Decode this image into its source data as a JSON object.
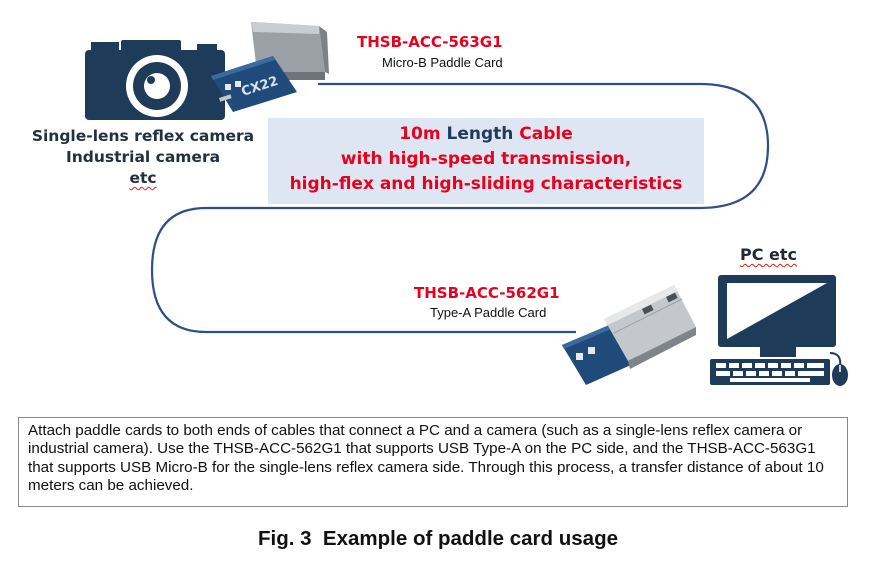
{
  "camera": {
    "icon": "camera-icon",
    "label_line1": "Single-lens reflex camera",
    "label_line2": "Industrial camera",
    "label_line3": "etc"
  },
  "card_microb": {
    "part_id": "THSB-ACC-563G1",
    "description": "Micro-B Paddle Card",
    "board_text": "CX22"
  },
  "cable": {
    "length_value": "10m",
    "length_word": "Length",
    "cable_word": "Cable",
    "line2": "with high-speed transmission,",
    "line3": "high-flex and high-sliding characteristics"
  },
  "card_typea": {
    "part_id": "THSB-ACC-562G1",
    "description": "Type-A Paddle Card"
  },
  "pc": {
    "label": "PC etc",
    "icon": "computer-icon"
  },
  "description_text": "Attach paddle cards to both ends of cables that connect a PC and a camera (such as a single-lens reflex camera or industrial camera). Use the THSB-ACC-562G1 that supports USB Type-A on the PC side, and the THSB-ACC-563G1 that supports USB Micro-B for the single-lens reflex camera side. Through this process, a transfer distance of about 10 meters can be achieved.",
  "caption": "Fig. 3  Example of paddle card usage",
  "colors": {
    "accent_red": "#e8001c",
    "cable_blue": "#2f4f85",
    "icon_navy": "#1f3b5a",
    "box_fill": "#dfe6f3"
  }
}
